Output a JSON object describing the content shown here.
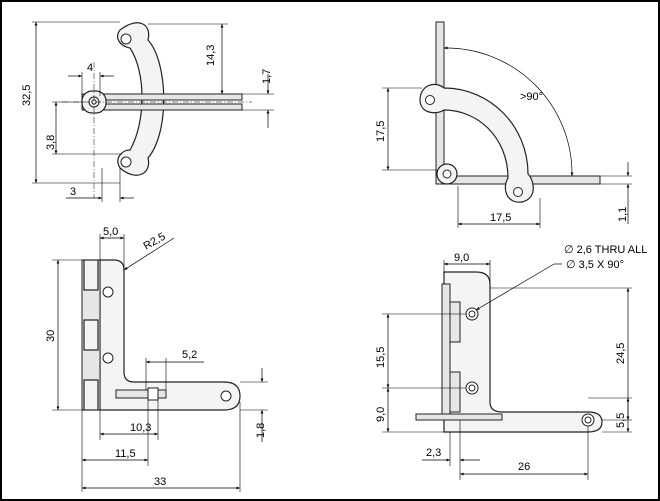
{
  "views": {
    "top_left": {
      "dims": {
        "d1": "32,5",
        "d2": "4",
        "d3": "14,3",
        "d4": "1,7",
        "d5": "3,8",
        "d6": "3"
      }
    },
    "top_right": {
      "dims": {
        "d1": "17,5",
        "d2": ">90°",
        "d3": "17,5",
        "d4": "1,1"
      }
    },
    "bottom_left": {
      "dims": {
        "d1": "5,0",
        "d2": "R2,5",
        "d3": "30",
        "d4": "5,2",
        "d5": "10,3",
        "d6": "1,8",
        "d7": "11,5",
        "d8": "33"
      }
    },
    "bottom_right": {
      "dims": {
        "d1": "9,0",
        "d2": "24,5",
        "d3": "15,5",
        "d4": "9,0",
        "d5": "5,5",
        "d6": "2,3",
        "d7": "26"
      },
      "callout_line1": "∅ 2,6 THRU ALL",
      "callout_line2": "∅ 3,5 X 90°"
    }
  }
}
